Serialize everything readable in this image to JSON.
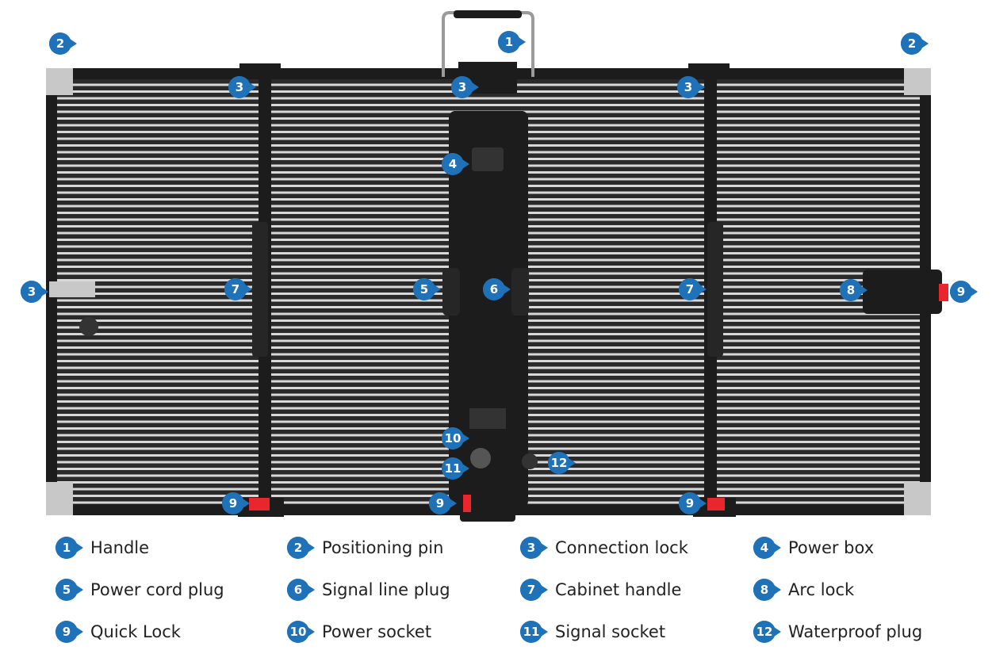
{
  "colors": {
    "badge": "#1f71b8",
    "frame": "#1c1c1c",
    "panel_bg": "#2a2a2a",
    "stripe": "#d8d8d8",
    "quick_lock": "#e8262b",
    "label_text": "#222222"
  },
  "callouts": [
    {
      "number": "1",
      "label": "Handle"
    },
    {
      "number": "2",
      "label": "Positioning pin"
    },
    {
      "number": "3",
      "label": "Connection lock"
    },
    {
      "number": "4",
      "label": "Power box"
    },
    {
      "number": "5",
      "label": "Power cord plug"
    },
    {
      "number": "6",
      "label": "Signal line plug"
    },
    {
      "number": "7",
      "label": "Cabinet handle"
    },
    {
      "number": "8",
      "label": "Arc lock"
    },
    {
      "number": "9",
      "label": "Quick Lock"
    },
    {
      "number": "10",
      "label": "Power socket"
    },
    {
      "number": "11",
      "label": "Signal socket"
    },
    {
      "number": "12",
      "label": "Waterproof plug"
    }
  ]
}
